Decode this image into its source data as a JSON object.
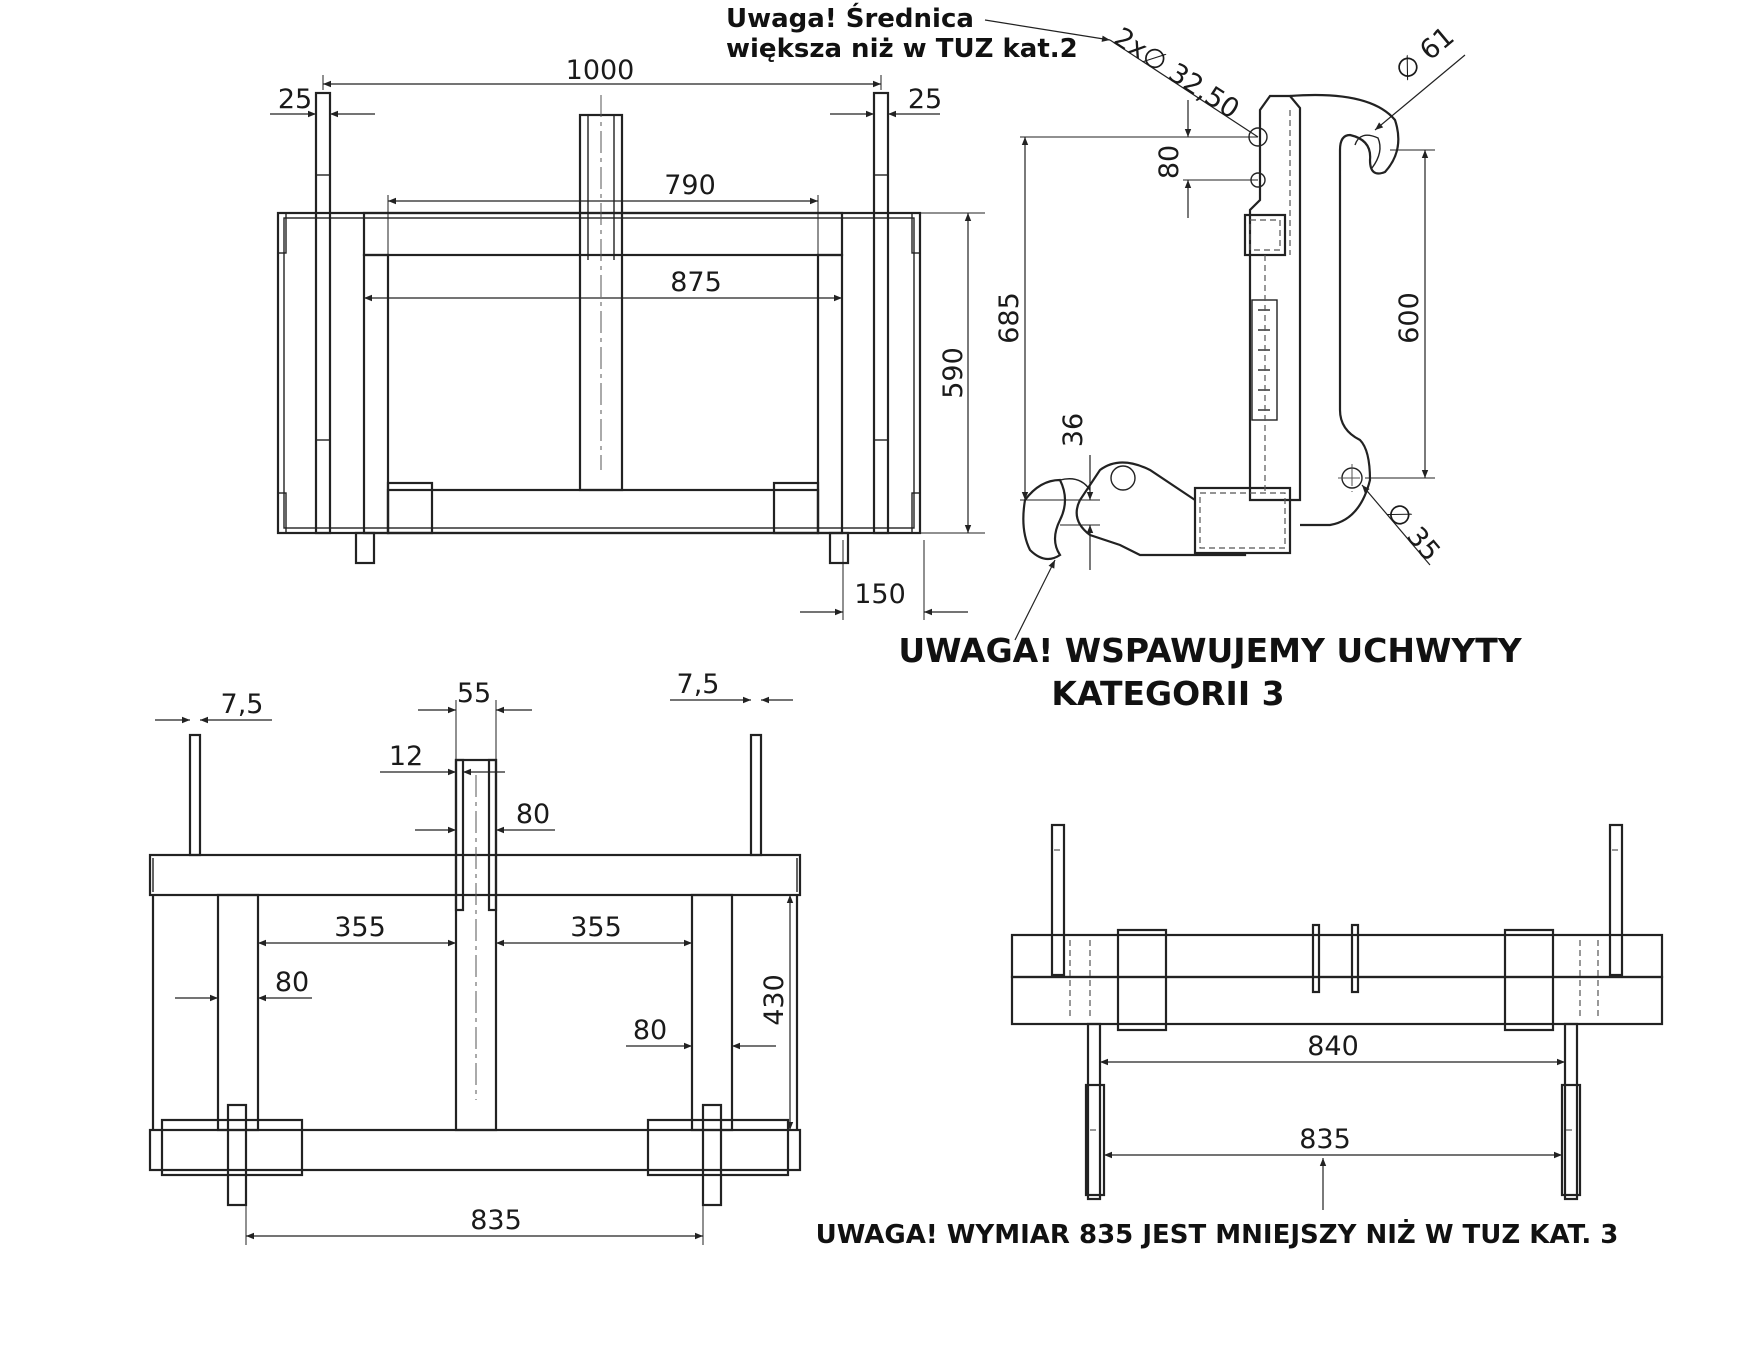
{
  "notes": {
    "diameter_warning_line1": "Uwaga!  Średnica",
    "diameter_warning_line2": "większa niż w TUZ kat.2",
    "weld_warning_line1": "UWAGA! WSPAWUJEMY UCHWYTY",
    "weld_warning_line2": "KATEGORII 3",
    "dimension_warning": "UWAGA! WYMIAR 835 JEST MNIEJSZY NIŻ W TUZ KAT. 3"
  },
  "front_view": {
    "dim_overall_width": "1000",
    "dim_left_plate": "25",
    "dim_right_plate": "25",
    "dim_inner_790": "790",
    "dim_inner_875": "875",
    "dim_height_590": "590",
    "dim_offset_150": "150"
  },
  "side_view": {
    "dim_holes": "2x∅ 32,50",
    "dim_hook_diameter": "∅ 61",
    "dim_hole_spacing": "80",
    "dim_total_height": "685",
    "dim_hook_height": "600",
    "dim_36": "36",
    "dim_pin_diameter": "∅ 35"
  },
  "top_view": {
    "dim_left_75": "7,5",
    "dim_right_75": "7,5",
    "dim_55": "55",
    "dim_12": "12",
    "dim_80_center": "80",
    "dim_355_left": "355",
    "dim_355_right": "355",
    "dim_80_left": "80",
    "dim_80_right": "80",
    "dim_430": "430",
    "dim_835": "835"
  },
  "bottom_view": {
    "dim_840": "840",
    "dim_835": "835"
  }
}
